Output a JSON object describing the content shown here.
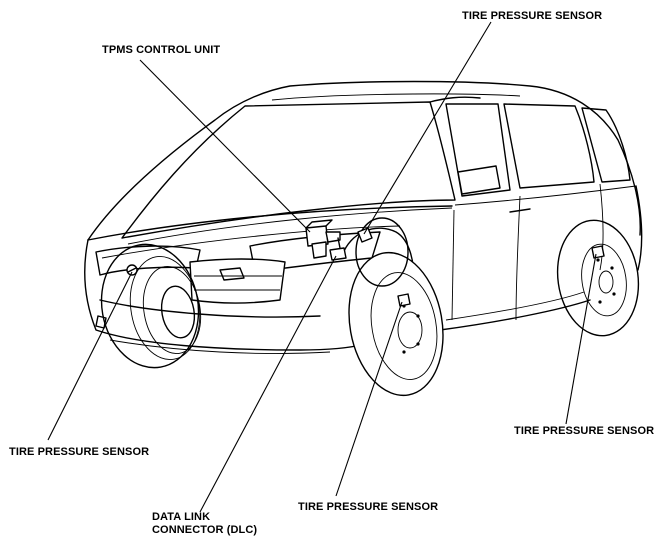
{
  "labels": {
    "tpms_control_unit": "TPMS CONTROL UNIT",
    "tire_sensor_top_right": "TIRE PRESSURE SENSOR",
    "tire_sensor_left": "TIRE PRESSURE SENSOR",
    "tire_sensor_bottom_center": "TIRE PRESSURE SENSOR",
    "tire_sensor_right": "TIRE PRESSURE SENSOR",
    "dlc_line1": "DATA LINK",
    "dlc_line2": "CONNECTOR (DLC)"
  }
}
